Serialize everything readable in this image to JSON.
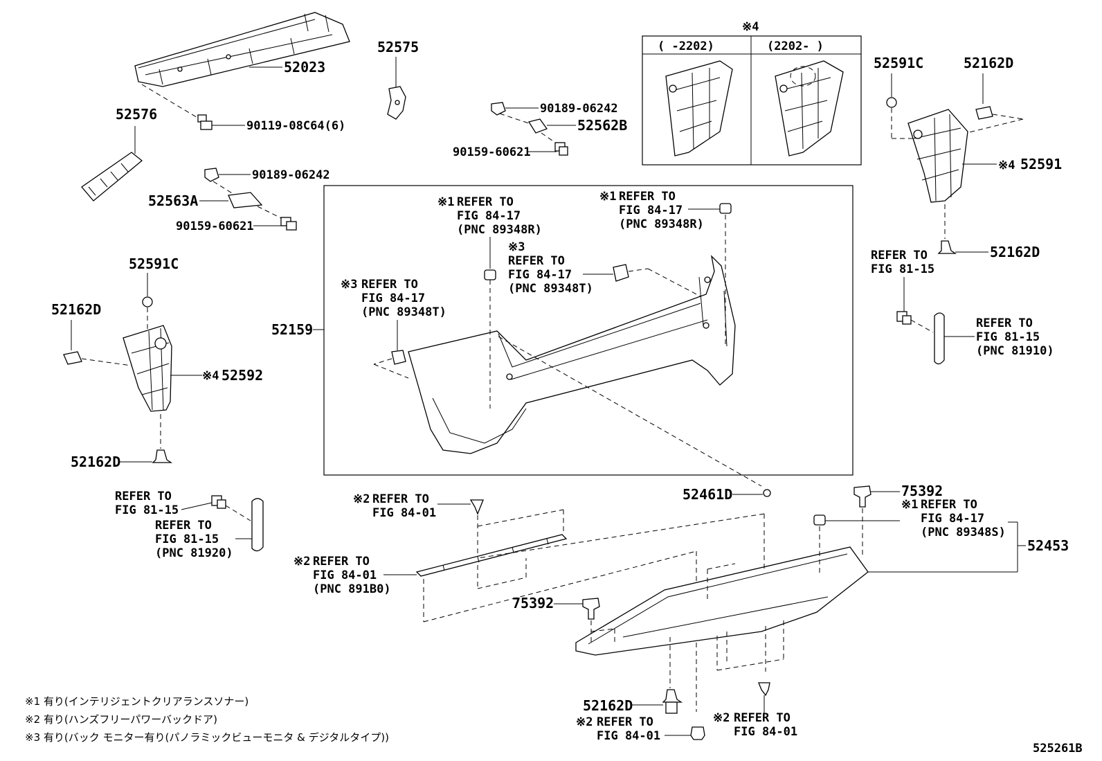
{
  "diagram_id": "525261B",
  "parts": {
    "p52023": "52023",
    "p52575": "52575",
    "p52576": "52576",
    "p90119": "90119-08C64(6)",
    "p90189a": "90189-06242",
    "p52562B": "52562B",
    "p90159a": "90159-60621",
    "p90189b": "90189-06242",
    "p52563A": "52563A",
    "p90159b": "90159-60621",
    "p52591C_l": "52591C",
    "p52162D_l1": "52162D",
    "p52592": "52592",
    "p52162D_l2": "52162D",
    "p52159": "52159",
    "p52591C_r": "52591C",
    "p52162D_r1": "52162D",
    "p52591": "52591",
    "p52162D_r2": "52162D",
    "p52461D": "52461D",
    "p75392a": "75392",
    "p52453": "52453",
    "p75392b": "75392",
    "p52162D_b": "52162D"
  },
  "marks": {
    "m4_top": "※4",
    "m4_52592": "※4",
    "m4_52591": "※4",
    "m1_a": "※1",
    "m1_b": "※1",
    "m3_a": "※3",
    "m3_b": "※3",
    "m2_a": "※2",
    "m2_b": "※2",
    "m1_c": "※1",
    "m2_c": "※2",
    "m2_d": "※2"
  },
  "inset": {
    "col1": "(    -2202)",
    "col2": "(2202-    )"
  },
  "refs": {
    "r1_1": "REFER TO",
    "r1_2": "FIG 84-17",
    "r1_3": "(PNC 89348R)",
    "r2_1": "REFER TO",
    "r2_2": "FIG 84-17",
    "r2_3": "(PNC 89348R)",
    "r3_1": "REFER TO",
    "r3_2": "FIG 84-17",
    "r3_3": "(PNC 89348T)",
    "r4_1": "REFER TO",
    "r4_2": "FIG 84-17",
    "r4_3": "(PNC 89348T)",
    "r5_1": "REFER TO",
    "r5_2": "FIG 81-15",
    "r6_1": "REFER TO",
    "r6_2": "FIG 81-15",
    "r6_3": "(PNC 81910)",
    "r7_1": "REFER TO",
    "r7_2": "FIG 81-15",
    "r8_1": "REFER TO",
    "r8_2": "FIG 81-15",
    "r8_3": "(PNC 81920)",
    "r9_1": "REFER TO",
    "r9_2": "FIG 84-01",
    "r10_1": "REFER TO",
    "r10_2": "FIG 84-01",
    "r10_3": "(PNC 891B0)",
    "r11_1": "REFER TO",
    "r11_2": "FIG 84-17",
    "r11_3": "(PNC 89348S)",
    "r12_1": "REFER TO",
    "r12_2": "FIG 84-01",
    "r13_1": "REFER TO",
    "r13_2": "FIG 84-01"
  },
  "footnotes": [
    "※1 有り(インテリジェントクリアランスソナー)",
    "※2 有り(ハンズフリーパワーバックドア)",
    "※3 有り(バック モニター有り(パノラミックビューモニタ & デジタルタイプ))"
  ]
}
